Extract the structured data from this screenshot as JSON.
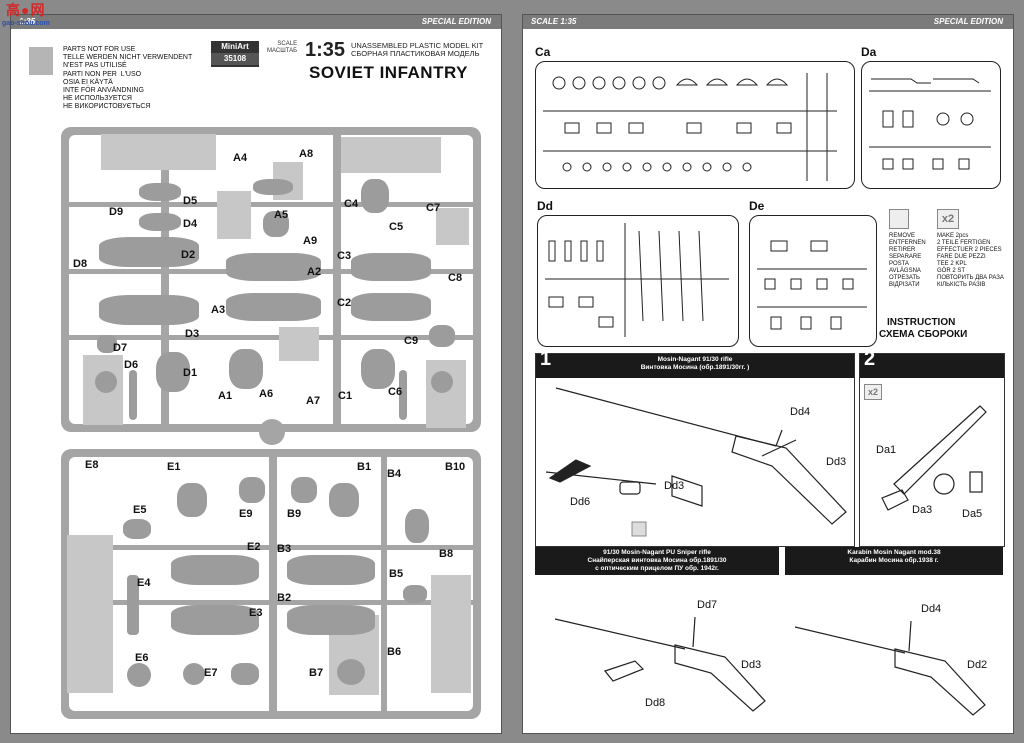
{
  "watermark": {
    "logo": "高●网",
    "url": "gao-shou.com"
  },
  "left": {
    "band_left": "1:35",
    "band_right": "SPECIAL EDITION",
    "not_for_use": "PARTS NOT FOR USE\nTELLE WERDEN NICHT VERWENDENT\nN'EST PAS UTILISÉ\nPARTI NON PER  L'USO\nOSIA EI KÄYTÄ\nINTE FÖR ANVÄNDNING\nНЕ ИСПОЛЬЗУЕТСЯ\nНЕ ВИКОРИСТОВУЄТЬСЯ",
    "brand": "MiniArt",
    "kit_no": "35108",
    "scale_label": "SCALE\nМАСШТАБ",
    "scale": "1:35",
    "kit_type": "UNASSEMBLED PLASTIC MODEL KIT\nСБОРНАЯ ПЛАСТИКОВАЯ МОДЕЛЬ",
    "title": "SOVIET INFANTRY",
    "sprue_a_labels": [
      "A4",
      "A8",
      "A5",
      "A9",
      "A2",
      "A3",
      "A1",
      "A6",
      "A7"
    ],
    "sprue_c_labels": [
      "C4",
      "C7",
      "C5",
      "C3",
      "C8",
      "C2",
      "C9",
      "C1",
      "C6"
    ],
    "sprue_d_labels": [
      "D9",
      "D5",
      "D4",
      "D2",
      "D8",
      "D3",
      "D7",
      "D6",
      "D1"
    ],
    "sprue_e_labels": [
      "E8",
      "E1",
      "E9",
      "E5",
      "E2",
      "E4",
      "E3",
      "E6",
      "E7"
    ],
    "sprue_b_labels": [
      "B9",
      "B1",
      "B4",
      "B10",
      "B3",
      "B5",
      "B8",
      "B2",
      "B6",
      "B7"
    ]
  },
  "right": {
    "band_left": "SCALE 1:35",
    "band_right": "SPECIAL EDITION",
    "sprues": [
      "Ca",
      "Da",
      "Dd",
      "De"
    ],
    "remove_words": "REMOVE\nENTFERNEN\nRETIRER\nSEPARARE\nPOSTA\nAVLÄGSNA\nОТРЕЗАТЬ\nВІДРІЗАТИ",
    "make_words": "MAKE 2pcs\n2 TEILE FERTIGEN\nEFFECTUER 2 PIECES\nFARE DUE PEZZI\nTEE 2 KPL\nGÖR 2 ST\nПОВТОРИТЬ ДВА РАЗА\nКІЛЬКІСТЬ РАЗІВ",
    "x2": "x2",
    "instruction": "INSTRUCTION",
    "instruction_ru": "СХЕМА СБОРОКИ",
    "step1": {
      "num": "1",
      "title": "Mosin-Nagant 91/30 rifle",
      "title_ru": "Винтовка Мосина (обр.1891/30гг. )",
      "labels": [
        "Dd4",
        "Dd3",
        "Dd6",
        "Dd3"
      ]
    },
    "step2": {
      "num": "2",
      "title": "Soviet PPSh-41",
      "title_ru": "Пистолет-пулемет\nШпагина ППШ-41",
      "labels": [
        "Da1",
        "Da3",
        "Da5"
      ],
      "x2": "x2"
    },
    "step3": {
      "title": "91/30 Mosin-Nagant PU Sniper rifle",
      "title_ru": "Снайперская винтовка Мосина обр.1891/30\nс оптическим прицелом ПУ обр. 1942г.",
      "labels": [
        "Dd7",
        "Dd3",
        "Dd8"
      ]
    },
    "step4": {
      "title": "Karabin Mosin Nagant mod.38",
      "title_ru": "Карабин Мосина обр.1938 г.",
      "labels": [
        "Dd4",
        "Dd2"
      ]
    }
  }
}
